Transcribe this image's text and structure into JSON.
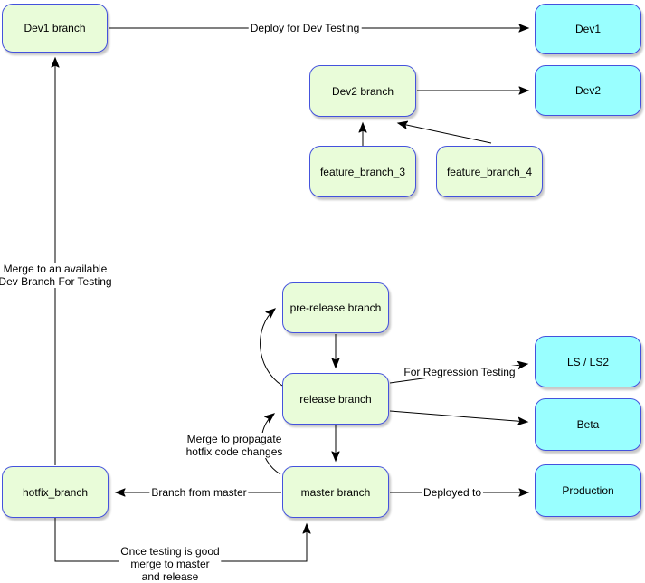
{
  "colors": {
    "branch_fill": "#e9fcd9",
    "env_fill": "#99ffff",
    "border": "#4452dd",
    "arrow": "#000000"
  },
  "nodes": {
    "dev1_branch": "Dev1 branch",
    "dev1": "Dev1",
    "dev2_branch": "Dev2 branch",
    "dev2": "Dev2",
    "feature_branch_3": "feature_branch_3",
    "feature_branch_4": "feature_branch_4",
    "pre_release_branch": "pre-release branch",
    "release_branch": "release branch",
    "master_branch": "master branch",
    "hotfix_branch": "hotfix_branch",
    "ls_ls2": "LS / LS2",
    "beta": "Beta",
    "production": "Production"
  },
  "labels": {
    "deploy": "Deploy for Dev Testing",
    "merge_available_1": "Merge to an available",
    "merge_available_2": "Dev Branch For Testing",
    "regression": "For Regression Testing",
    "propagate_1": "Merge to propagate",
    "propagate_2": "hotfix code changes",
    "branch_from_master": "Branch from master",
    "deployed_to": "Deployed to",
    "once_1": "Once testing is good",
    "once_2": "merge to master",
    "once_3": "and release"
  }
}
